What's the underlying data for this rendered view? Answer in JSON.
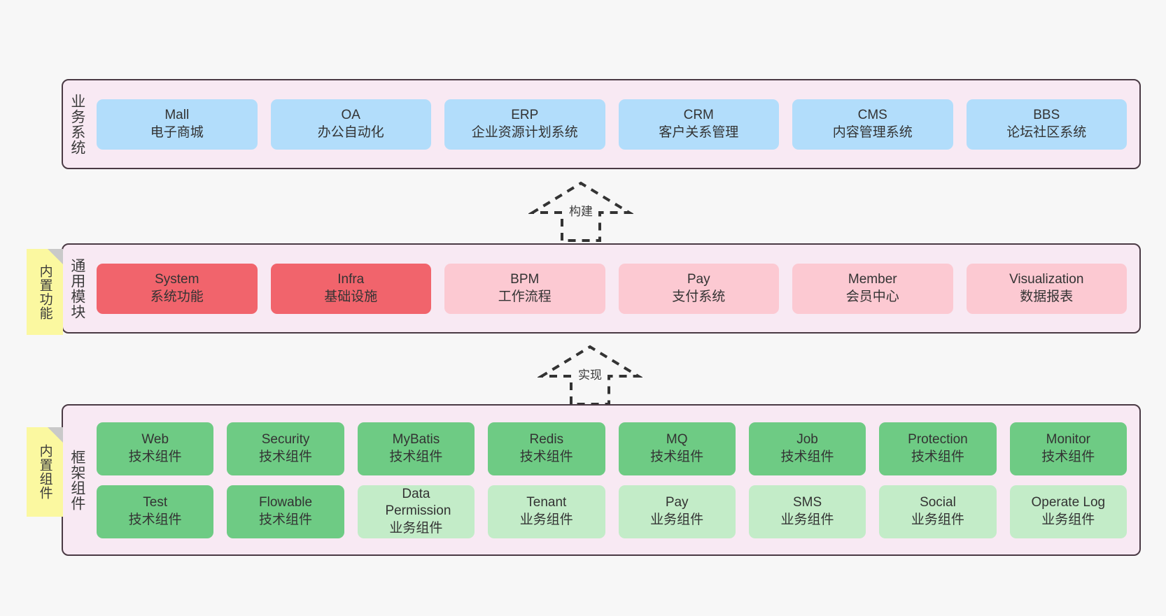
{
  "diagram": {
    "title": "ruoyi-vue-pro architecture layers",
    "background": "#f7f7f7",
    "colors": {
      "panel_bg": "#f8e9f3",
      "panel_border": "#4a3a44",
      "blue": "#b2ddfb",
      "red": "#f1646c",
      "pink": "#fcc9d2",
      "green": "#6ecb84",
      "light_green": "#c3ecc8",
      "sticky_yellow": "#fbf8a0",
      "sticky_fold": "#c9c9c9",
      "arrow_stroke": "#333333"
    }
  },
  "layers": [
    {
      "id": "business-systems",
      "title": "业务系统",
      "rows": [
        [
          {
            "en": "Mall",
            "cn": "电子商城",
            "style": "c-blue"
          },
          {
            "en": "OA",
            "cn": "办公自动化",
            "style": "c-blue"
          },
          {
            "en": "ERP",
            "cn": "企业资源计划系统",
            "style": "c-blue"
          },
          {
            "en": "CRM",
            "cn": "客户关系管理",
            "style": "c-blue"
          },
          {
            "en": "CMS",
            "cn": "内容管理系统",
            "style": "c-blue"
          },
          {
            "en": "BBS",
            "cn": "论坛社区系统",
            "style": "c-blue"
          }
        ]
      ]
    },
    {
      "id": "common-modules",
      "title": "通用模块",
      "sticky": "内置功能",
      "rows": [
        [
          {
            "en": "System",
            "cn": "系统功能",
            "style": "c-red"
          },
          {
            "en": "Infra",
            "cn": "基础设施",
            "style": "c-red"
          },
          {
            "en": "BPM",
            "cn": "工作流程",
            "style": "c-pink"
          },
          {
            "en": "Pay",
            "cn": "支付系统",
            "style": "c-pink"
          },
          {
            "en": "Member",
            "cn": "会员中心",
            "style": "c-pink"
          },
          {
            "en": "Visualization",
            "cn": "数据报表",
            "style": "c-pink"
          }
        ]
      ]
    },
    {
      "id": "framework-components",
      "title": "框架组件",
      "sticky": "内置组件",
      "rows": [
        [
          {
            "en": "Web",
            "cn": "技术组件",
            "style": "c-green"
          },
          {
            "en": "Security",
            "cn": "技术组件",
            "style": "c-green"
          },
          {
            "en": "MyBatis",
            "cn": "技术组件",
            "style": "c-green"
          },
          {
            "en": "Redis",
            "cn": "技术组件",
            "style": "c-green"
          },
          {
            "en": "MQ",
            "cn": "技术组件",
            "style": "c-green"
          },
          {
            "en": "Job",
            "cn": "技术组件",
            "style": "c-green"
          },
          {
            "en": "Protection",
            "cn": "技术组件",
            "style": "c-green"
          },
          {
            "en": "Monitor",
            "cn": "技术组件",
            "style": "c-green"
          }
        ],
        [
          {
            "en": "Test",
            "cn": "技术组件",
            "style": "c-green"
          },
          {
            "en": "Flowable",
            "cn": "技术组件",
            "style": "c-green"
          },
          {
            "en": "Data Permission",
            "cn": "业务组件",
            "style": "c-lightgreen"
          },
          {
            "en": "Tenant",
            "cn": "业务组件",
            "style": "c-lightgreen"
          },
          {
            "en": "Pay",
            "cn": "业务组件",
            "style": "c-lightgreen"
          },
          {
            "en": "SMS",
            "cn": "业务组件",
            "style": "c-lightgreen"
          },
          {
            "en": "Social",
            "cn": "业务组件",
            "style": "c-lightgreen"
          },
          {
            "en": "Operate Log",
            "cn": "业务组件",
            "style": "c-lightgreen"
          }
        ]
      ]
    }
  ],
  "arrows": [
    {
      "id": "arrow-build",
      "label": "构建"
    },
    {
      "id": "arrow-implement",
      "label": "实现"
    }
  ]
}
